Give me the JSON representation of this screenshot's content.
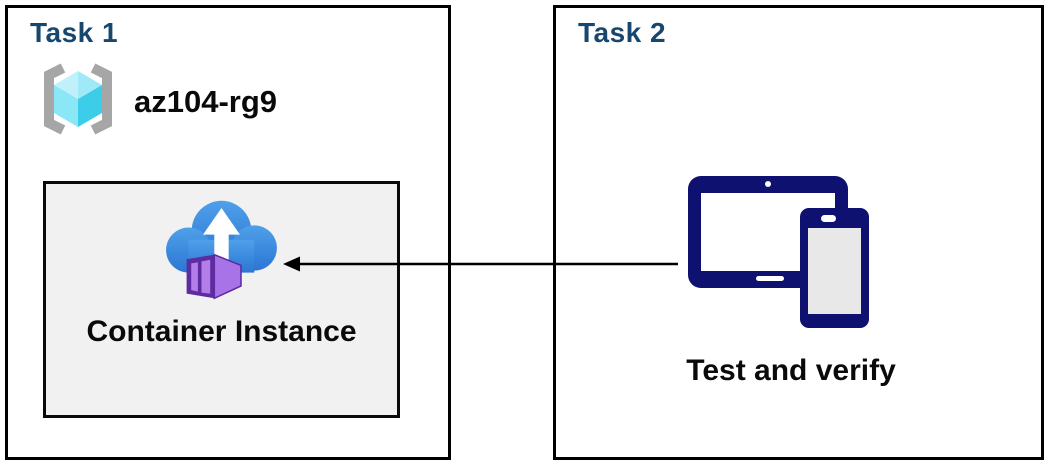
{
  "diagram": {
    "task1": {
      "title": "Task 1",
      "resource_group": {
        "icon": "resource-group-icon",
        "name": "az104-rg9"
      },
      "container_instance": {
        "icon": "container-instance-icon",
        "label": "Container Instance"
      }
    },
    "task2": {
      "title": "Task 2",
      "devices": {
        "icon": "tablet-phone-icon",
        "label": "Test and verify"
      }
    },
    "connector": {
      "type": "arrow",
      "from": "task2-devices",
      "to": "task1-container-instance",
      "direction": "right-to-left"
    }
  },
  "colors": {
    "task_title": "#17466F",
    "box_border": "#000000",
    "container_box_fill": "#F1F1F2",
    "text": "#0A0A0A",
    "device_navy": "#0F1170",
    "cloud_blue_light": "#4FA0EA",
    "cloud_blue_dark": "#2B76D3",
    "container_purple_dark": "#5D2CA1",
    "container_purple_side": "#A873E6",
    "container_purple_panel": "#B47EE9",
    "cube_cyan_light": "#C0F1FB",
    "cube_cyan_top": "#9FE9F8",
    "cube_cyan_left": "#8BE6F6",
    "cube_cyan_right": "#3CCDE9",
    "bracket_gray": "#A6A6A6"
  }
}
